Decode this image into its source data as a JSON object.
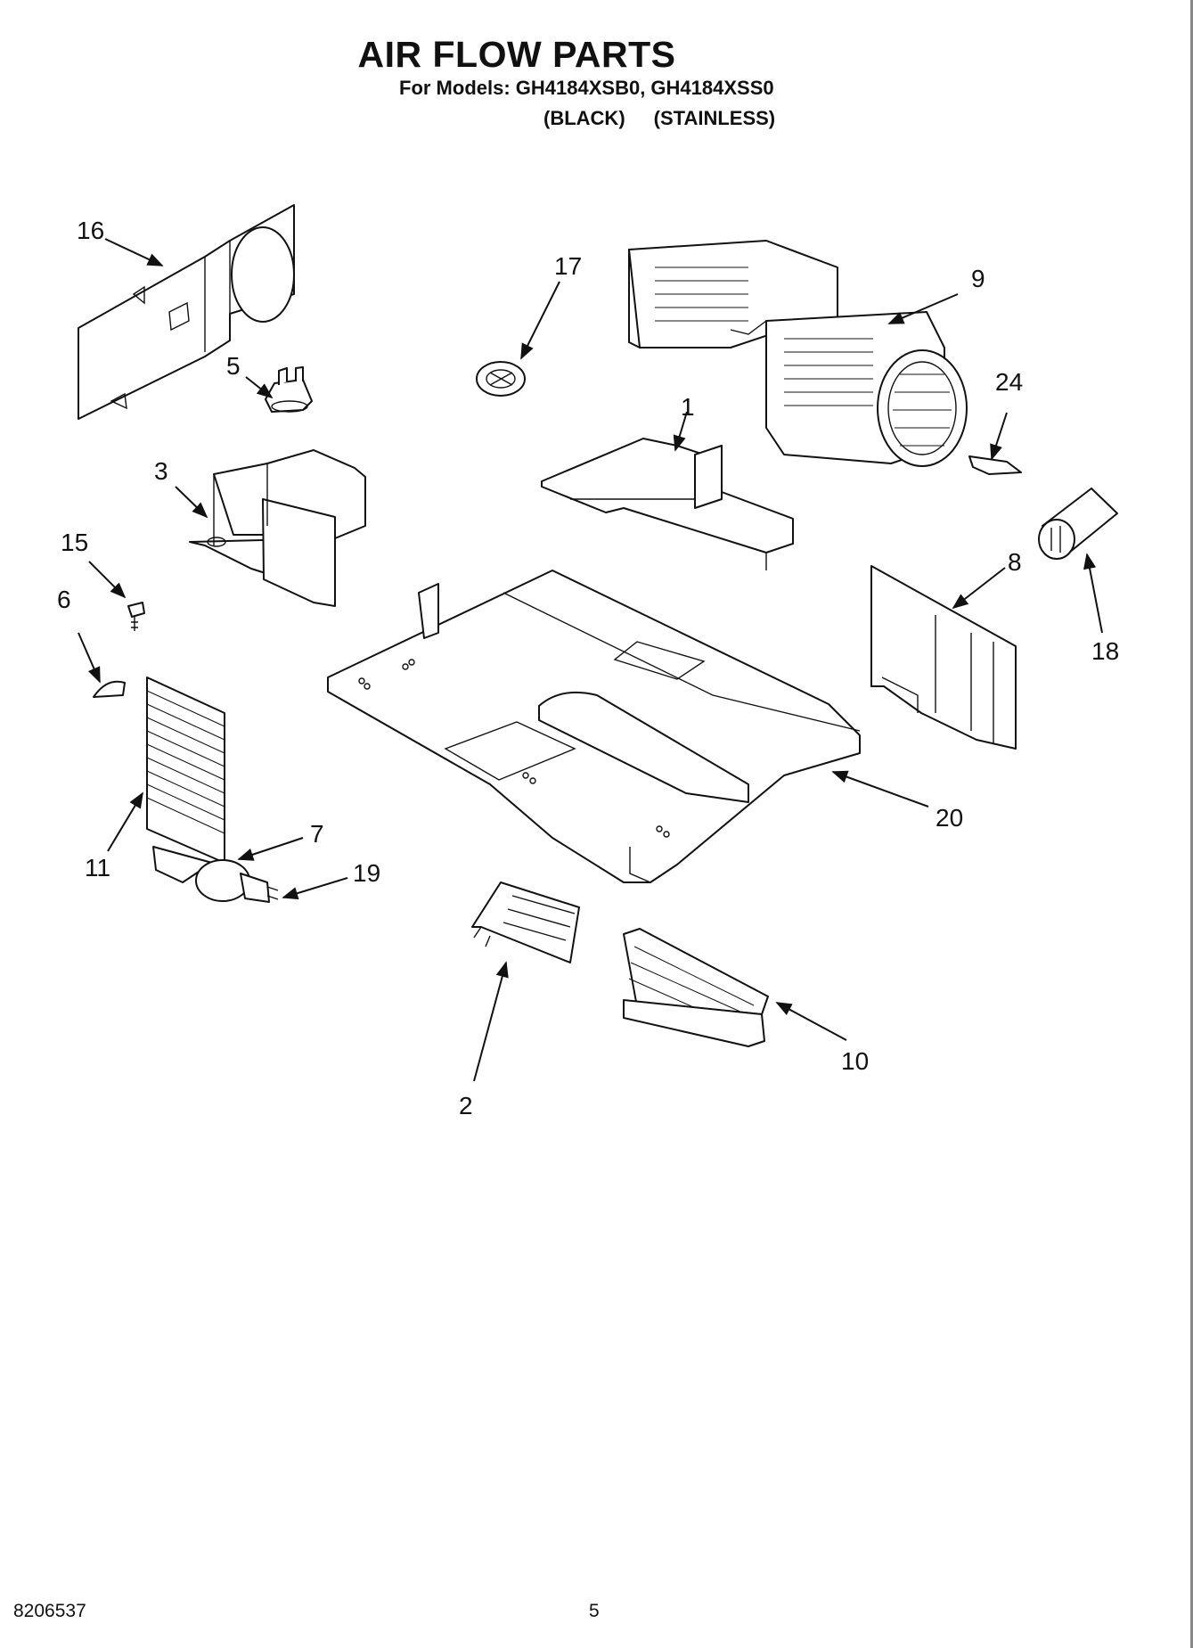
{
  "header": {
    "title": "AIR FLOW PARTS",
    "models_line": "For Models: GH4184XSB0, GH4184XSS0",
    "variant_black": "(BLACK)",
    "variant_stainless": "(STAINLESS)"
  },
  "footer": {
    "doc_number": "8206537",
    "page_number": "5"
  },
  "callouts": {
    "c1": "1",
    "c2": "2",
    "c3": "3",
    "c5": "5",
    "c6": "6",
    "c7": "7",
    "c8": "8",
    "c9": "9",
    "c10": "10",
    "c11": "11",
    "c15": "15",
    "c16": "16",
    "c17": "17",
    "c18": "18",
    "c19": "19",
    "c20": "20",
    "c24": "24"
  }
}
